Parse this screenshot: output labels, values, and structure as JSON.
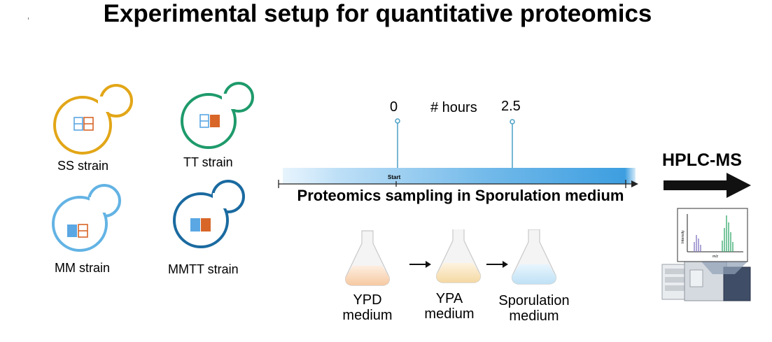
{
  "title": "Experimental setup for quantitative proteomics",
  "strains": [
    {
      "label": "SS strain",
      "color": "#e2a617"
    },
    {
      "label": "TT strain",
      "color": "#1e9a6b"
    },
    {
      "label": "MM strain",
      "color": "#63b3e4"
    },
    {
      "label": "MMTT strain",
      "color": "#1a6aa0"
    }
  ],
  "timeline": {
    "start_label": "0",
    "unit_label": "# hours",
    "end_label": "2.5",
    "bar_label": "Start",
    "caption": "Proteomics sampling in Sporulation medium"
  },
  "media": {
    "ypd": [
      "YPD",
      "medium"
    ],
    "ypa": [
      "YPA",
      "medium"
    ],
    "sporulation": [
      "Sporulation",
      "medium"
    ]
  },
  "hplc": {
    "label": "HPLC-MS",
    "y_axis": "Intensity",
    "x_axis": "m/z"
  },
  "colors": {
    "marker_blue": "#5aa7e3",
    "marker_orange": "#d86628",
    "timeline_bar": "#3d9ee0",
    "timeline_pin": "#4a9fc4",
    "arrow": "#111111",
    "peak_purple": "#8a7cc4",
    "peak_green": "#3fae74"
  }
}
